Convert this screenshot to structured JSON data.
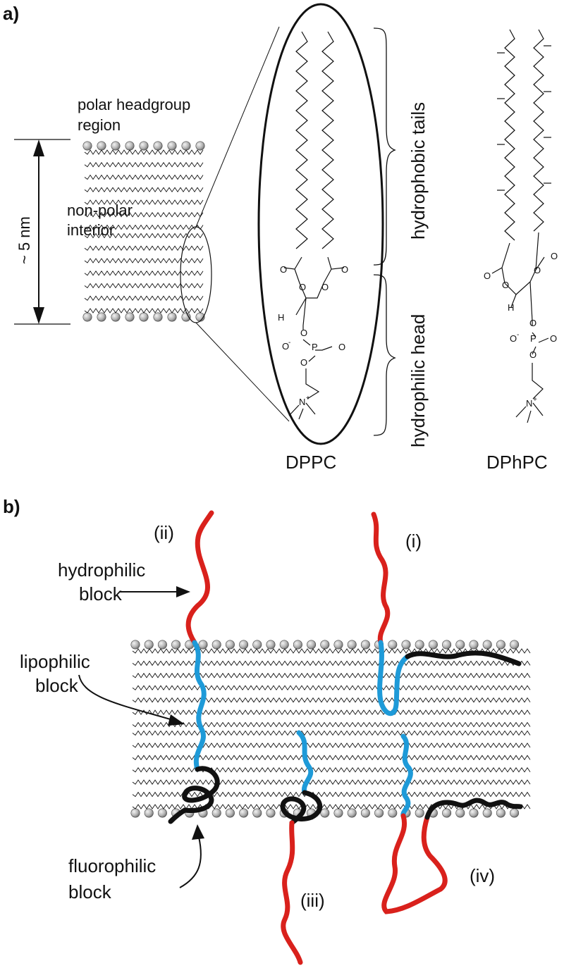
{
  "panel_a": {
    "panel_label": "a)",
    "polar_headgroup_line1": "polar headgroup",
    "polar_headgroup_line2": "region",
    "nonpolar_line1": "non-polar",
    "nonpolar_line2": "interior",
    "thickness_label": "~ 5 nm",
    "hydrophobic_tails_label": "hydrophobic tails",
    "hydrophilic_head_label": "hydrophilic head",
    "dppc_label": "DPPC",
    "dphpc_label": "DPhPC",
    "chem": {
      "O": "O",
      "H": "H",
      "P": "P",
      "N": "N",
      "plus": "+",
      "minus": "-"
    }
  },
  "panel_b": {
    "panel_label": "b)",
    "hydrophilic_line1": "hydrophilic",
    "hydrophilic_line2": "block",
    "lipophilic_line1": "lipophilic",
    "lipophilic_line2": "block",
    "fluorophilic_line1": "fluorophilic",
    "fluorophilic_line2": "block",
    "label_i": "(i)",
    "label_ii": "(ii)",
    "label_iii": "(iii)",
    "label_iv": "(iv)"
  },
  "colors": {
    "hydrophilic_block": "#d9211c",
    "lipophilic_block": "#1e9ad8",
    "fluorophilic_block": "#111111",
    "headgroup_fill": "#bdbdbd"
  }
}
